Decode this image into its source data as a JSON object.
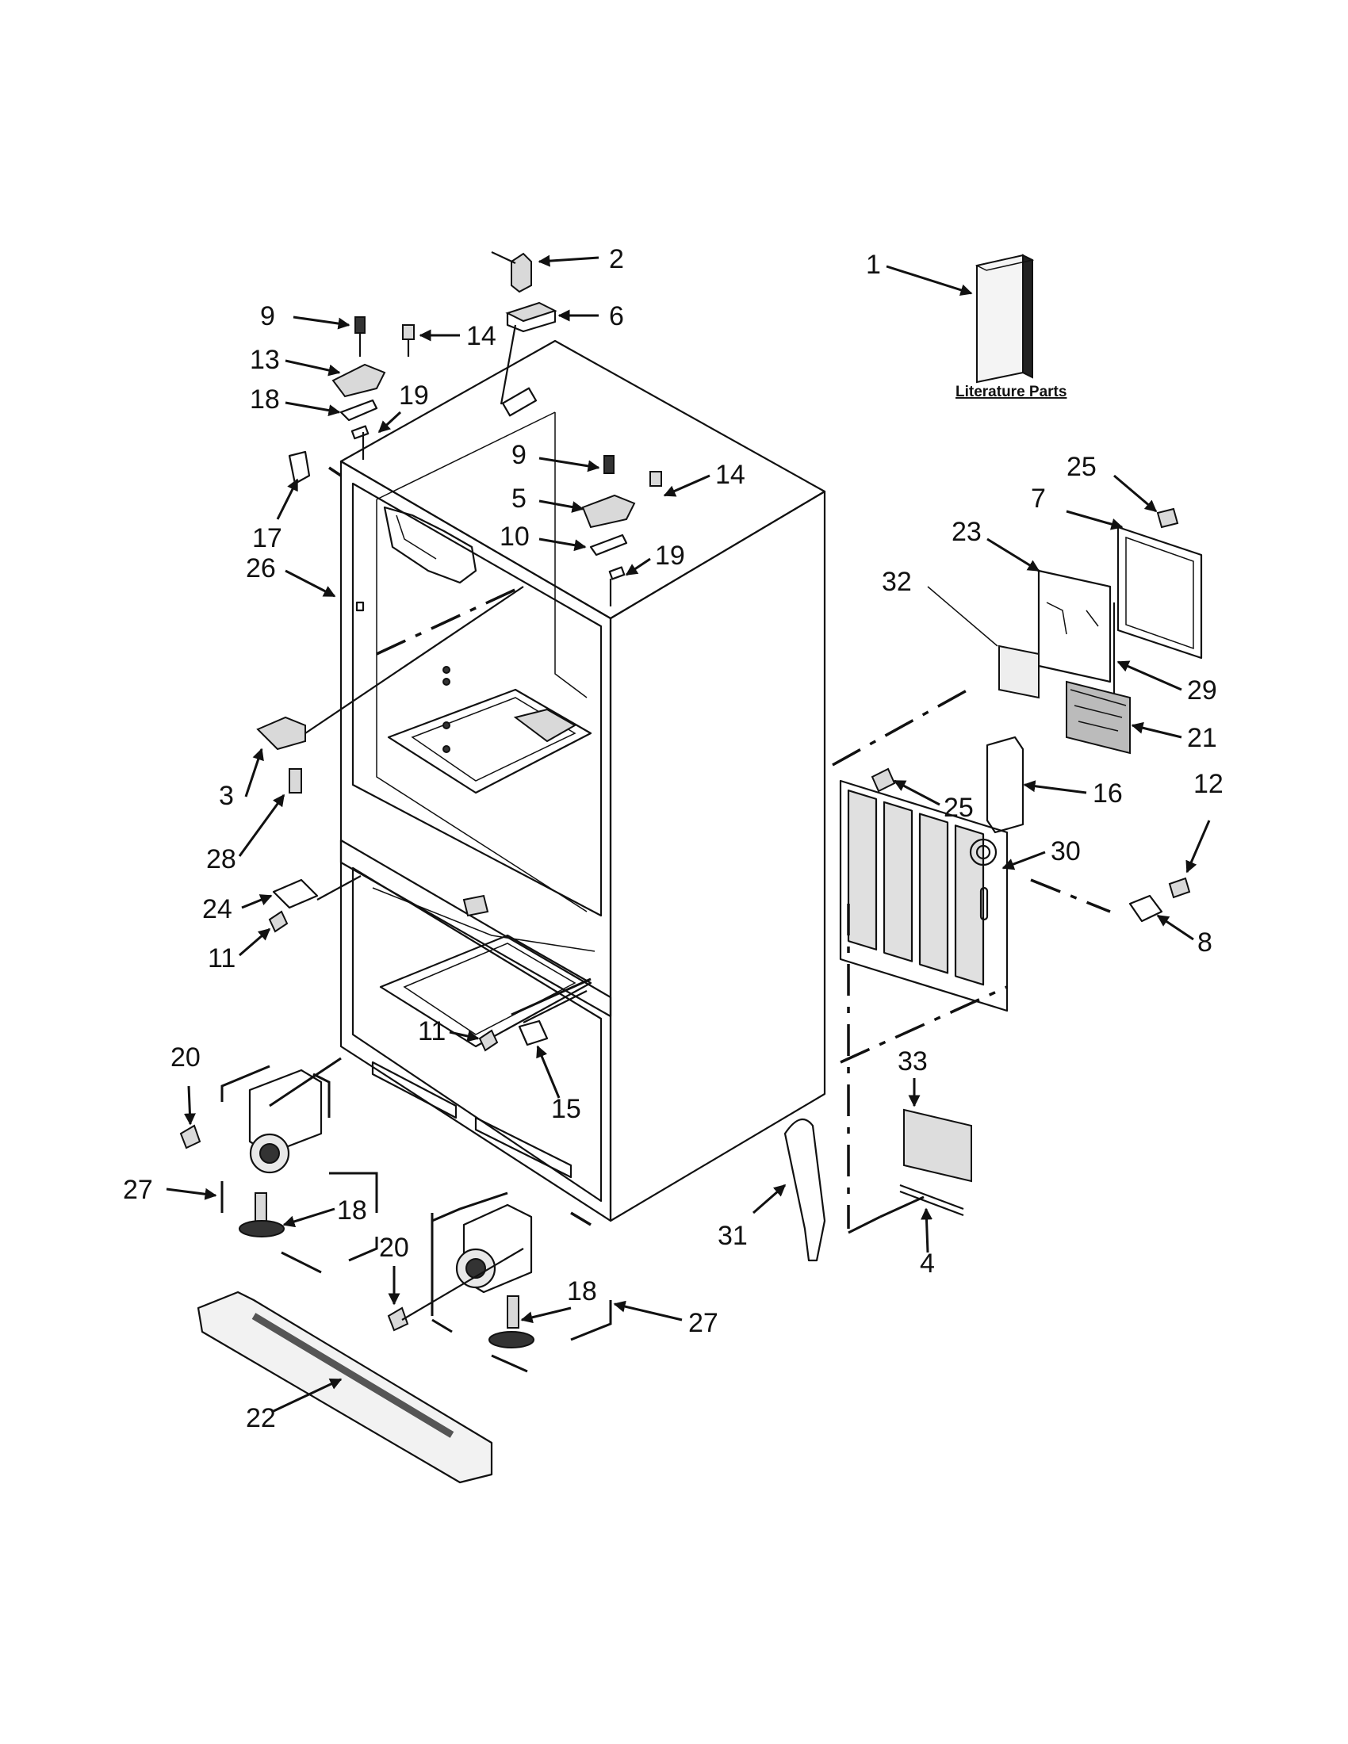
{
  "literature": {
    "label": "Literature Parts"
  },
  "callouts": [
    {
      "id": "c1",
      "text": "1"
    },
    {
      "id": "c2",
      "text": "2"
    },
    {
      "id": "c6",
      "text": "6"
    },
    {
      "id": "c9a",
      "text": "9"
    },
    {
      "id": "c14a",
      "text": "14"
    },
    {
      "id": "c13",
      "text": "13"
    },
    {
      "id": "c18a",
      "text": "18"
    },
    {
      "id": "c19a",
      "text": "19"
    },
    {
      "id": "c17",
      "text": "17"
    },
    {
      "id": "c26",
      "text": "26"
    },
    {
      "id": "c9b",
      "text": "9"
    },
    {
      "id": "c14b",
      "text": "14"
    },
    {
      "id": "c5",
      "text": "5"
    },
    {
      "id": "c10",
      "text": "10"
    },
    {
      "id": "c19b",
      "text": "19"
    },
    {
      "id": "c25a",
      "text": "25"
    },
    {
      "id": "c7",
      "text": "7"
    },
    {
      "id": "c23",
      "text": "23"
    },
    {
      "id": "c32",
      "text": "32"
    },
    {
      "id": "c29",
      "text": "29"
    },
    {
      "id": "c21",
      "text": "21"
    },
    {
      "id": "c3",
      "text": "3"
    },
    {
      "id": "c28",
      "text": "28"
    },
    {
      "id": "c25b",
      "text": "25"
    },
    {
      "id": "c16",
      "text": "16"
    },
    {
      "id": "c12",
      "text": "12"
    },
    {
      "id": "c30",
      "text": "30"
    },
    {
      "id": "c24",
      "text": "24"
    },
    {
      "id": "c11a",
      "text": "11"
    },
    {
      "id": "c8",
      "text": "8"
    },
    {
      "id": "c11b",
      "text": "11"
    },
    {
      "id": "c15",
      "text": "15"
    },
    {
      "id": "c20a",
      "text": "20"
    },
    {
      "id": "c33",
      "text": "33"
    },
    {
      "id": "c27a",
      "text": "27"
    },
    {
      "id": "c18b",
      "text": "18"
    },
    {
      "id": "c31",
      "text": "31"
    },
    {
      "id": "c4",
      "text": "4"
    },
    {
      "id": "c20b",
      "text": "20"
    },
    {
      "id": "c18c",
      "text": "18"
    },
    {
      "id": "c27b",
      "text": "27"
    },
    {
      "id": "c22",
      "text": "22"
    }
  ]
}
